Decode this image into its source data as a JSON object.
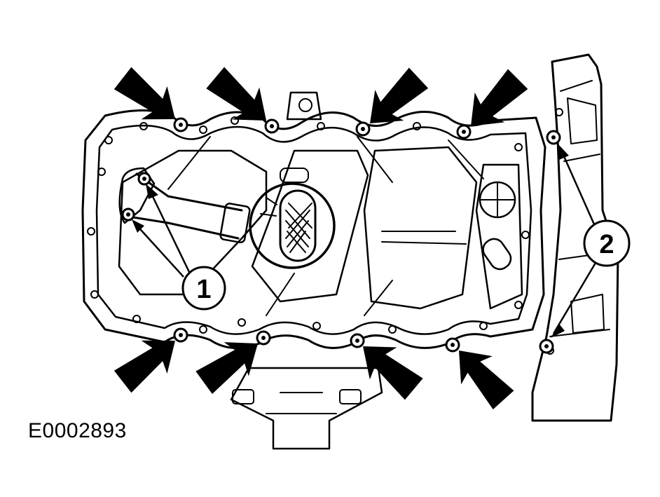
{
  "figure": {
    "id_label": "E0002893",
    "callouts": [
      {
        "number": "1"
      },
      {
        "number": "2"
      }
    ]
  },
  "colors": {
    "line": "#000000",
    "background": "#ffffff"
  },
  "icons": [
    "arrow-icon",
    "callout-circle"
  ]
}
